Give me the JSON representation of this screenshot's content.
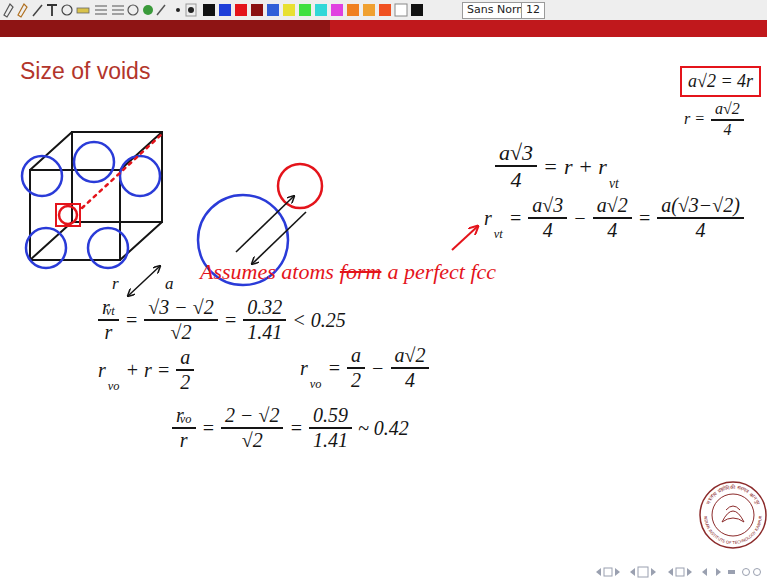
{
  "diagram": {
    "title": "Size of voids",
    "nodes": [
      {
        "text": [
          "Sans Normal"
        ]
      },
      {
        "text": [
          "12"
        ]
      },
      {
        "text": [
          "a√2 = 4r"
        ]
      }
    ],
    "labels": [
      "r",
      "a",
      "a√3",
      "4",
      "=",
      "r + r",
      "vt",
      "r =",
      "a√2",
      "4",
      "r",
      "vt",
      "=",
      "a√3",
      "4",
      "−",
      "a√2",
      "4",
      "=",
      "a(√3−√2)",
      "4",
      "Assumes atoms",
      "form",
      "a perfect fcc",
      "r",
      "vt",
      "r",
      "=",
      "√3 − √2",
      "√2",
      "=",
      "0.32",
      "1.41",
      "< 0.25",
      "r",
      "vo",
      "+ r =",
      "a",
      "2",
      "r",
      "vo",
      "=",
      "a",
      "2",
      "−",
      "a√2",
      "4",
      "r",
      "vo",
      "r",
      "=",
      "2 − √2",
      "√2",
      "=",
      "0.59",
      "1.41",
      "~ 0.42",
      "भारतीय प्रौद्योगिकी संस्थान कानपुर",
      "INDIAN INSTITUTE OF TECHNOLOGY KANPUR"
    ]
  }
}
